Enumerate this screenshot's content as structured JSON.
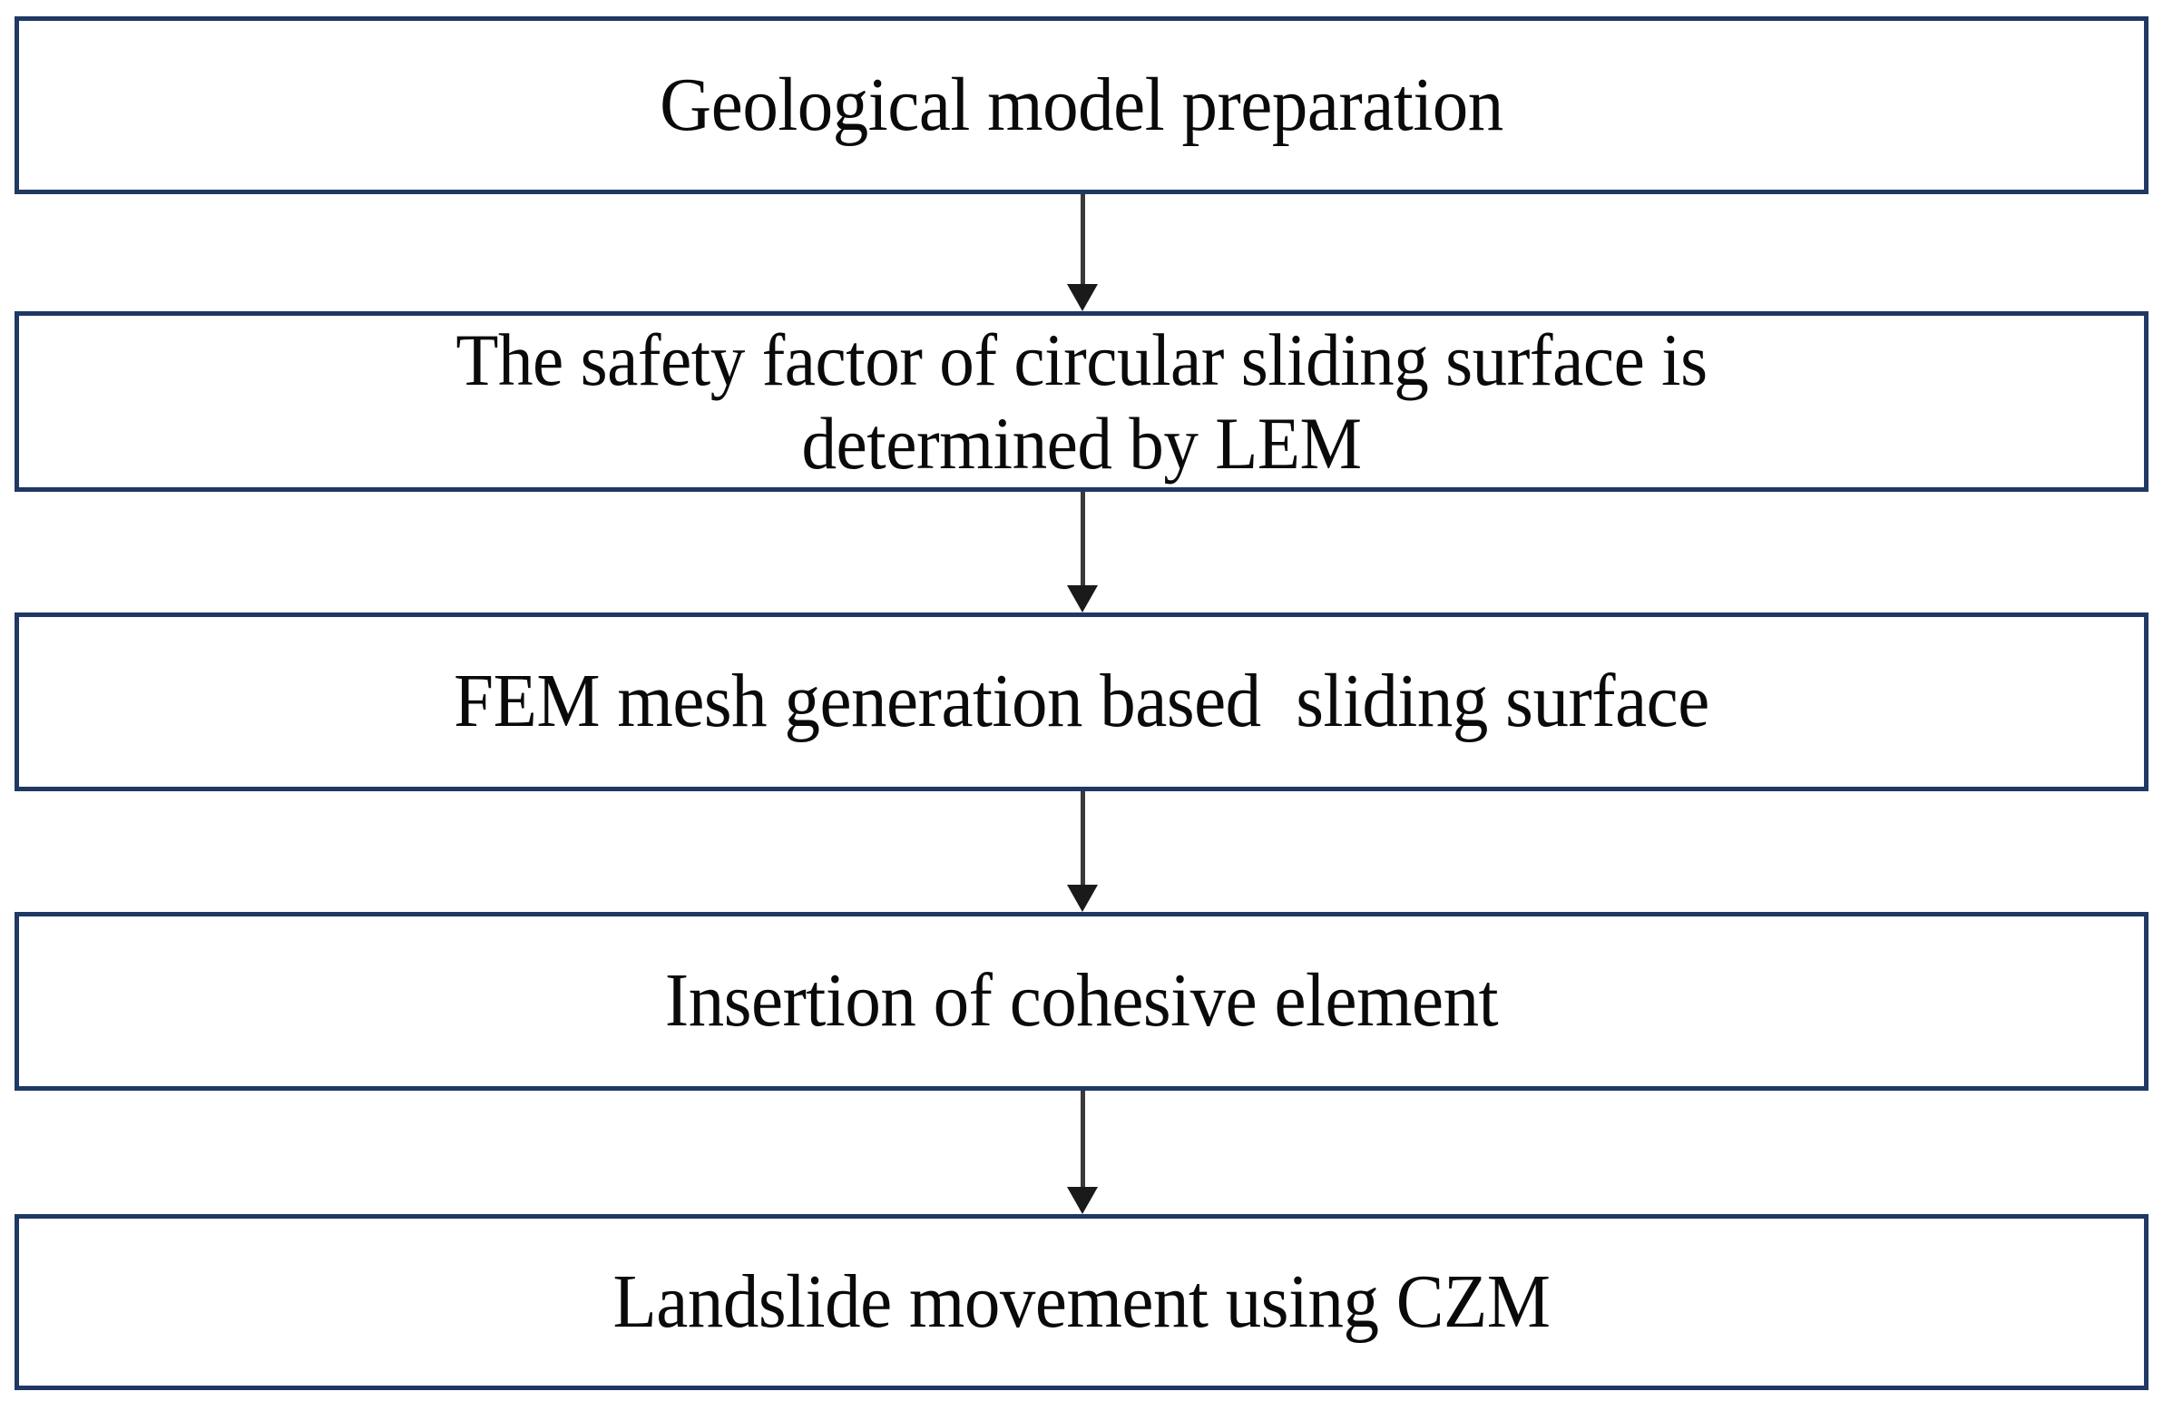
{
  "diagram": {
    "title": "Landslide simulation workflow flowchart",
    "orientation": "vertical-top-to-bottom",
    "border_color": "#1f3864",
    "box_fill_color": "#ffffff",
    "arrow_color": "#1a1a1a",
    "text_color": "#0a0a0a",
    "nodes": [
      {
        "id": "node-1",
        "label": "Geological model preparation",
        "lines": 1
      },
      {
        "id": "node-2",
        "label": "The safety factor of circular sliding surface is\ndetermined by LEM",
        "lines": 2
      },
      {
        "id": "node-3",
        "label": "FEM mesh generation based  sliding surface",
        "lines": 1
      },
      {
        "id": "node-4",
        "label": "Insertion of cohesive element",
        "lines": 1
      },
      {
        "id": "node-5",
        "label": "Landslide movement using CZM",
        "lines": 1
      }
    ],
    "connectors": [
      {
        "id": "connector-1",
        "from": "node-1",
        "to": "node-2",
        "style": "solid-arrow-down"
      },
      {
        "id": "connector-2",
        "from": "node-2",
        "to": "node-3",
        "style": "solid-arrow-down"
      },
      {
        "id": "connector-3",
        "from": "node-3",
        "to": "node-4",
        "style": "solid-arrow-down"
      },
      {
        "id": "connector-4",
        "from": "node-4",
        "to": "node-5",
        "style": "solid-arrow-down"
      }
    ]
  }
}
